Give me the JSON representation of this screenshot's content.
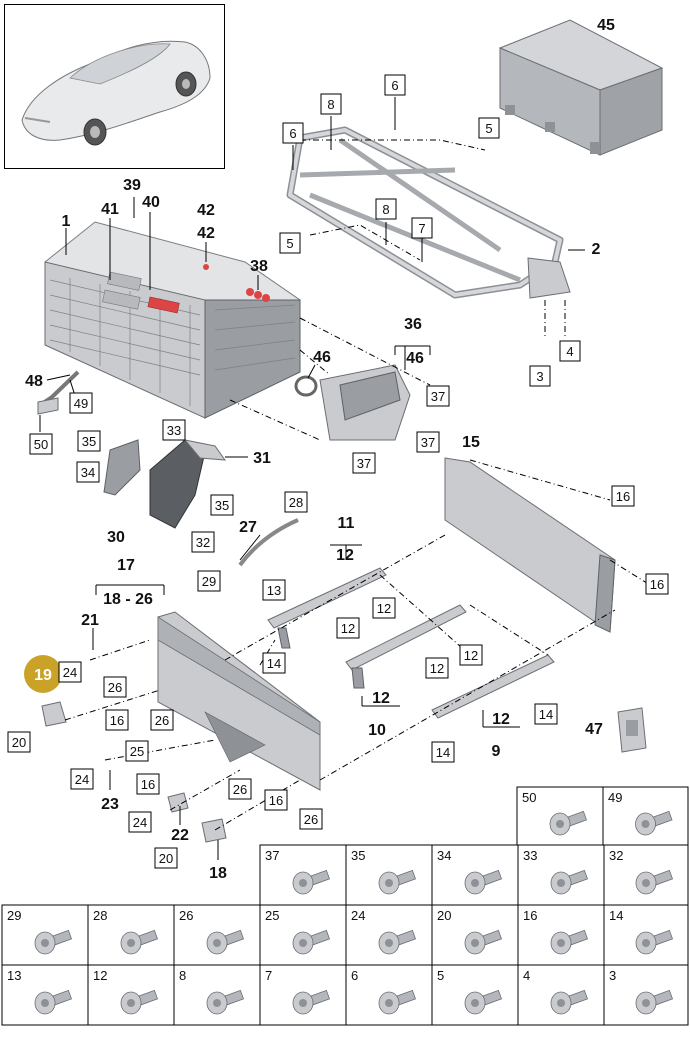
{
  "callouts": [
    {
      "id": "c1",
      "text": "1"
    },
    {
      "id": "c2",
      "text": "2"
    },
    {
      "id": "c9",
      "text": "9"
    },
    {
      "id": "c10",
      "text": "10"
    },
    {
      "id": "c11",
      "text": "11"
    },
    {
      "id": "c12a",
      "text": "12"
    },
    {
      "id": "c12b",
      "text": "12"
    },
    {
      "id": "c12c",
      "text": "12"
    },
    {
      "id": "c15",
      "text": "15"
    },
    {
      "id": "c17",
      "text": "17"
    },
    {
      "id": "c18r",
      "text": "18 - 26"
    },
    {
      "id": "c18",
      "text": "18"
    },
    {
      "id": "c21",
      "text": "21"
    },
    {
      "id": "c22",
      "text": "22"
    },
    {
      "id": "c23",
      "text": "23"
    },
    {
      "id": "c27",
      "text": "27"
    },
    {
      "id": "c30",
      "text": "30"
    },
    {
      "id": "c31",
      "text": "31"
    },
    {
      "id": "c36",
      "text": "36"
    },
    {
      "id": "c46a",
      "text": "46"
    },
    {
      "id": "c46b",
      "text": "46"
    },
    {
      "id": "c38",
      "text": "38"
    },
    {
      "id": "c39",
      "text": "39"
    },
    {
      "id": "c40",
      "text": "40"
    },
    {
      "id": "c41",
      "text": "41"
    },
    {
      "id": "c42a",
      "text": "42"
    },
    {
      "id": "c42b",
      "text": "42"
    },
    {
      "id": "c45",
      "text": "45"
    },
    {
      "id": "c47",
      "text": "47"
    },
    {
      "id": "c48",
      "text": "48"
    }
  ],
  "boxes": [
    {
      "id": "b6a",
      "text": "6"
    },
    {
      "id": "b6b",
      "text": "6"
    },
    {
      "id": "b8a",
      "text": "8"
    },
    {
      "id": "b8b",
      "text": "8"
    },
    {
      "id": "b5a",
      "text": "5"
    },
    {
      "id": "b5b",
      "text": "5"
    },
    {
      "id": "b7",
      "text": "7"
    },
    {
      "id": "b3",
      "text": "3"
    },
    {
      "id": "b4",
      "text": "4"
    },
    {
      "id": "b37a",
      "text": "37"
    },
    {
      "id": "b37b",
      "text": "37"
    },
    {
      "id": "b37c",
      "text": "37"
    },
    {
      "id": "b49",
      "text": "49"
    },
    {
      "id": "b50",
      "text": "50"
    },
    {
      "id": "b33",
      "text": "33"
    },
    {
      "id": "b35a",
      "text": "35"
    },
    {
      "id": "b35b",
      "text": "35"
    },
    {
      "id": "b34",
      "text": "34"
    },
    {
      "id": "b32",
      "text": "32"
    },
    {
      "id": "b28",
      "text": "28"
    },
    {
      "id": "b29",
      "text": "29"
    },
    {
      "id": "b16a",
      "text": "16"
    },
    {
      "id": "b16b",
      "text": "16"
    },
    {
      "id": "b16c",
      "text": "16"
    },
    {
      "id": "b16d",
      "text": "16"
    },
    {
      "id": "b16e",
      "text": "16"
    },
    {
      "id": "b13",
      "text": "13"
    },
    {
      "id": "b12a",
      "text": "12"
    },
    {
      "id": "b12b",
      "text": "12"
    },
    {
      "id": "b12c",
      "text": "12"
    },
    {
      "id": "b12d",
      "text": "12"
    },
    {
      "id": "b14a",
      "text": "14"
    },
    {
      "id": "b14b",
      "text": "14"
    },
    {
      "id": "b14c",
      "text": "14"
    },
    {
      "id": "b24a",
      "text": "24"
    },
    {
      "id": "b24b",
      "text": "24"
    },
    {
      "id": "b24c",
      "text": "24"
    },
    {
      "id": "b26a",
      "text": "26"
    },
    {
      "id": "b26b",
      "text": "26"
    },
    {
      "id": "b26c",
      "text": "26"
    },
    {
      "id": "b26d",
      "text": "26"
    },
    {
      "id": "b25",
      "text": "25"
    },
    {
      "id": "b20a",
      "text": "20"
    },
    {
      "id": "b20b",
      "text": "20"
    }
  ],
  "highlight": {
    "text": "19",
    "color": "#c9a227"
  },
  "fastener_grid": {
    "row1": [
      "50",
      "49"
    ],
    "row2": [
      "37",
      "35",
      "34",
      "33",
      "32"
    ],
    "row3": [
      "29",
      "28",
      "26",
      "25",
      "24",
      "20",
      "16",
      "14"
    ],
    "row4": [
      "13",
      "12",
      "8",
      "7",
      "6",
      "5",
      "4",
      "3"
    ]
  },
  "colors": {
    "part": "#c9cbcf",
    "highlight": "#c9a227",
    "line": "#000000"
  }
}
